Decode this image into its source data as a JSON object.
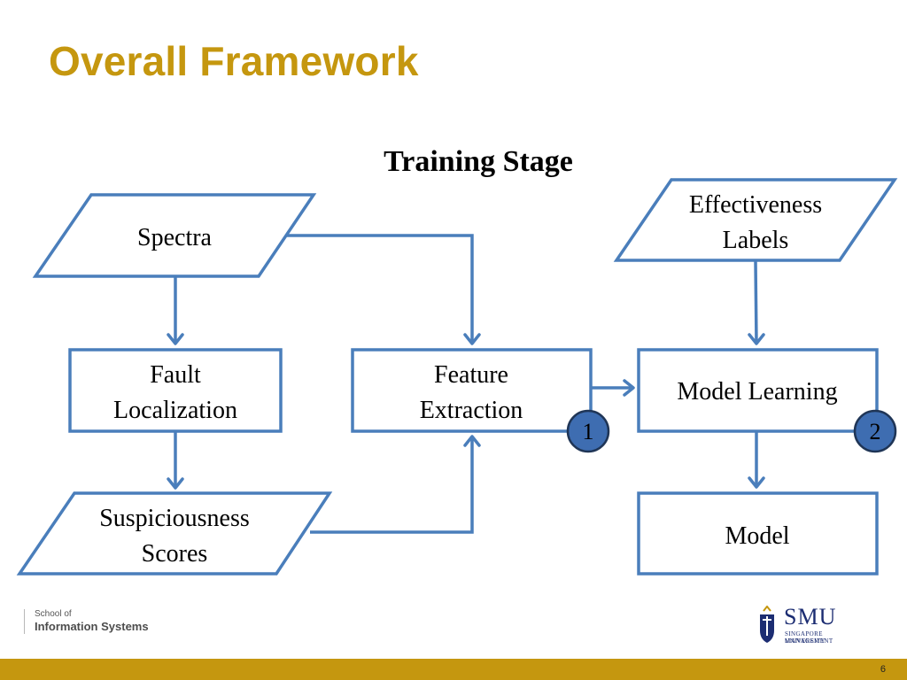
{
  "slide": {
    "title": "Overall Framework",
    "page_number": "6"
  },
  "diagram": {
    "stage_label": "Training Stage",
    "nodes": {
      "spectra": "Spectra",
      "effectiveness_labels": [
        "Effectiveness",
        "Labels"
      ],
      "fault_localization": [
        "Fault",
        "Localization"
      ],
      "feature_extraction": [
        "Feature",
        "Extraction"
      ],
      "model_learning": "Model Learning",
      "suspiciousness_scores": [
        "Suspiciousness",
        "Scores"
      ],
      "model": "Model"
    },
    "badges": [
      "1",
      "2"
    ],
    "colors": {
      "stroke": "#4a7ebb",
      "badge_fill": "#3e6db1",
      "title": "#c5970f"
    }
  },
  "footer": {
    "school_line1": "School of",
    "school_line2": "Information Systems",
    "logo_name": "SMU",
    "logo_sub1": "SINGAPORE MANAGEMENT",
    "logo_sub2": "UNIVERSITY"
  }
}
